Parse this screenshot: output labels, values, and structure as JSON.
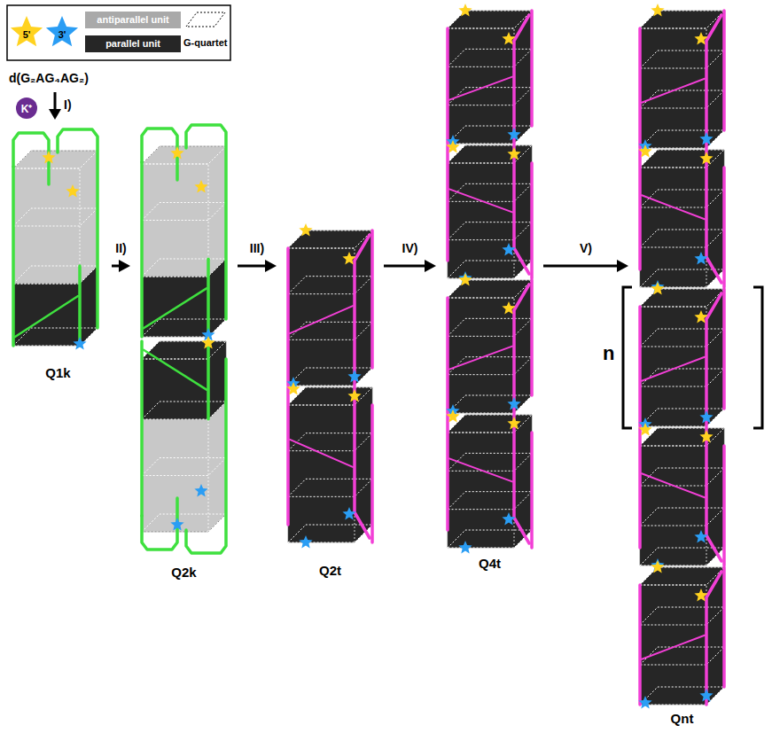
{
  "diagram": {
    "nodes": [
      {
        "text": [
          "Q1k"
        ]
      },
      {
        "text": [
          "Q2k"
        ]
      },
      {
        "text": [
          "Q2t"
        ]
      },
      {
        "text": [
          "Q4t"
        ]
      },
      {
        "text": [
          "Qnt"
        ]
      }
    ],
    "edges": [
      {
        "from": 0,
        "to": 1,
        "label": "II)",
        "arrow": "to"
      },
      {
        "from": 1,
        "to": 2,
        "label": "III)",
        "arrow": "to"
      },
      {
        "from": 2,
        "to": 3,
        "label": "IV)",
        "arrow": "to"
      },
      {
        "from": 3,
        "to": 4,
        "label": "V)",
        "arrow": "to"
      }
    ],
    "labels": [
      "d(G₂AG₄AG₂)",
      "K⁺",
      "I)",
      "n"
    ],
    "legend": [
      {
        "text": "5'"
      },
      {
        "text": "3'"
      },
      {
        "text": "antiparallel unit",
        "color": "#a9a9a9"
      },
      {
        "text": "parallel unit",
        "color": "#262626"
      },
      {
        "text": "G-quartet"
      }
    ]
  }
}
